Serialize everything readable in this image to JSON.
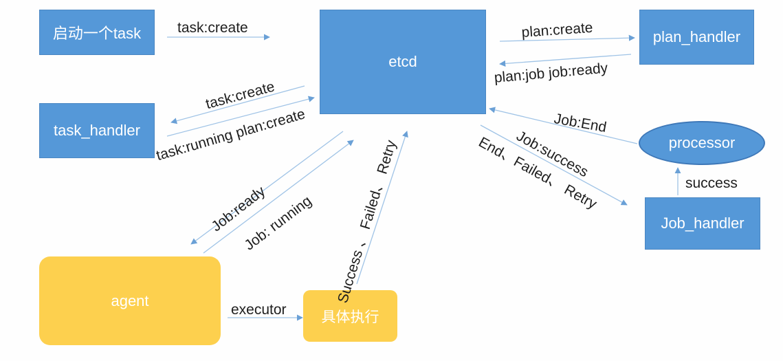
{
  "nodes": {
    "start_task": "启动一个task",
    "etcd": "etcd",
    "plan_handler": "plan_handler",
    "task_handler": "task_handler",
    "processor": "processor",
    "job_handler": "Job_handler",
    "agent": "agent",
    "exec": "具体执行"
  },
  "edges": {
    "start_to_etcd": "task:create",
    "etcd_to_plan": "plan:create",
    "plan_to_etcd": "plan:job job:ready",
    "etcd_to_task_handler": "task:create",
    "task_handler_to_etcd": "task:running plan:create",
    "processor_to_etcd": "Job:End",
    "etcd_to_job_handler_1": "Job:success",
    "etcd_to_job_handler_2": "End、Failed、 Retry",
    "job_handler_to_processor": "success",
    "etcd_to_agent": "Job:ready",
    "agent_to_etcd": "Job: running",
    "exec_to_etcd": "Success 、 Failed、 Retry",
    "agent_to_exec": "executor"
  },
  "colors": {
    "box_blue": "#5598d8",
    "box_yellow": "#fdd04e",
    "arrow": "#9fc3e6",
    "text": "#1e1e1e"
  }
}
